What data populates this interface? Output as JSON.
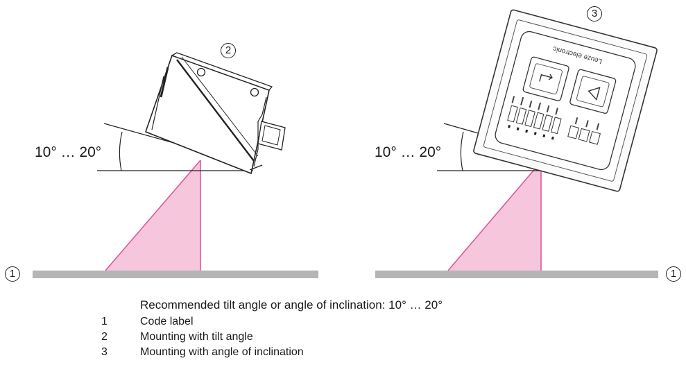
{
  "figure": {
    "left_angle_label": "10° … 20°",
    "right_angle_label": "10° … 20°",
    "marker_left_label": "1",
    "marker_right_label": "1",
    "marker_device_left": "2",
    "marker_device_right": "3",
    "panel_brand_text": "Leuze electronic"
  },
  "caption": "Recommended tilt angle or angle of inclination: 10° … 20°",
  "legend": [
    {
      "num": "1",
      "text": "Code label"
    },
    {
      "num": "2",
      "text": "Mounting with tilt angle"
    },
    {
      "num": "3",
      "text": "Mounting with angle of inclination"
    }
  ],
  "colors": {
    "beam_fill": "#f5c6dc",
    "beam_edge": "#e2559c",
    "surface": "#b5b5b5"
  }
}
